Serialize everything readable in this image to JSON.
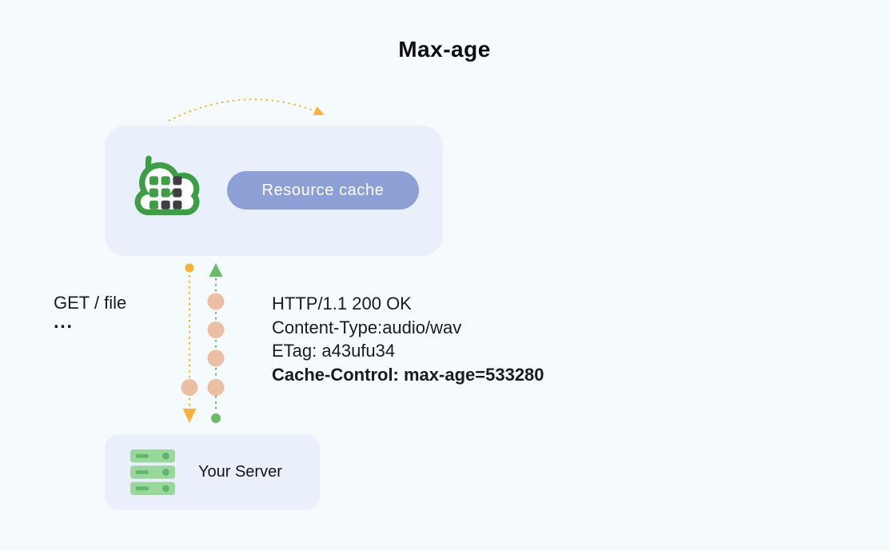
{
  "title": "Max-age",
  "cache_node": {
    "label": "Resource cache",
    "icon": "cdn-cloud-icon"
  },
  "server_node": {
    "label": "Your Server",
    "icon": "server-stack-icon"
  },
  "request": {
    "line1": "GET / file",
    "line2": "..."
  },
  "response": {
    "lines": [
      "HTTP/1.1 200 OK",
      "Content-Type:audio/wav",
      "ETag: a43ufu34",
      "Cache-Control: max-age=533280"
    ],
    "emphasized_line": "Cache-Control: max-age=533280"
  },
  "colors": {
    "background": "#f5fafd",
    "panel": "#e9f0fc",
    "pill": "#8da0d6",
    "pill_text": "#ffffff",
    "cloud_green": "#3f9d45",
    "cloud_dot_dark": "#3f3f3f",
    "arrow_yellow": "#f5b33e",
    "arrow_green": "#69bb69",
    "packet_peach": "#eabfa4",
    "server_bar_green": "#99d79c",
    "server_accent_green": "#62b56b",
    "text": "#1b1b1b"
  }
}
